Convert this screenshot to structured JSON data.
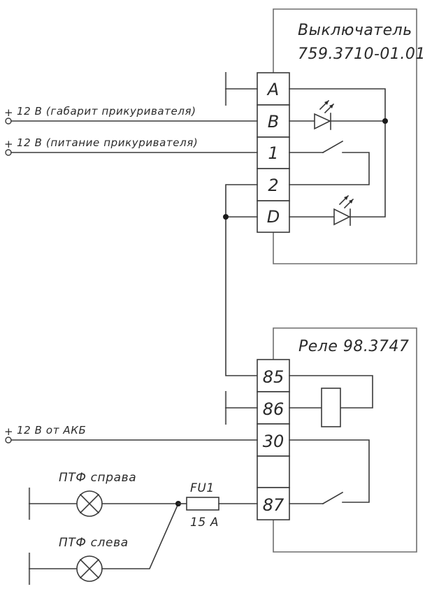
{
  "switch_module": {
    "title": "Выключатель",
    "model": "759.3710-01.01",
    "pins": [
      "A",
      "B",
      "1",
      "2",
      "D"
    ]
  },
  "relay_module": {
    "title": "Реле 98.3747",
    "pins": [
      "85",
      "86",
      "30",
      "",
      "87"
    ]
  },
  "inputs": [
    {
      "polarity": "+",
      "label": "12 В (габарит прикуривателя)"
    },
    {
      "polarity": "+",
      "label": "12 В (питание прикуривателя)"
    },
    {
      "polarity": "+",
      "label": "12 В от АКБ"
    }
  ],
  "lamps": [
    {
      "label": "ПТФ справа"
    },
    {
      "label": "ПТФ слева"
    }
  ],
  "fuse": {
    "designator": "FU1",
    "rating": "15 А"
  },
  "colors": {
    "wire": "#3a3a3a",
    "frame": "#6e6e6e",
    "background": "#ffffff"
  }
}
